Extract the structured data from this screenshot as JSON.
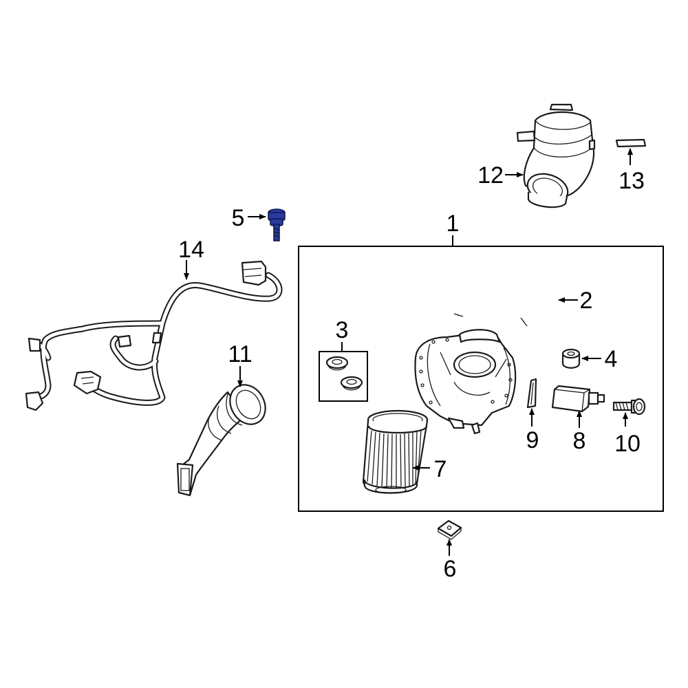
{
  "diagram": {
    "callouts": {
      "c1": "1",
      "c2": "2",
      "c3": "3",
      "c4": "4",
      "c5": "5",
      "c6": "6",
      "c7": "7",
      "c8": "8",
      "c9": "9",
      "c10": "10",
      "c11": "11",
      "c12": "12",
      "c13": "13",
      "c14": "14"
    },
    "highlight_color": "#2b3a9e"
  }
}
